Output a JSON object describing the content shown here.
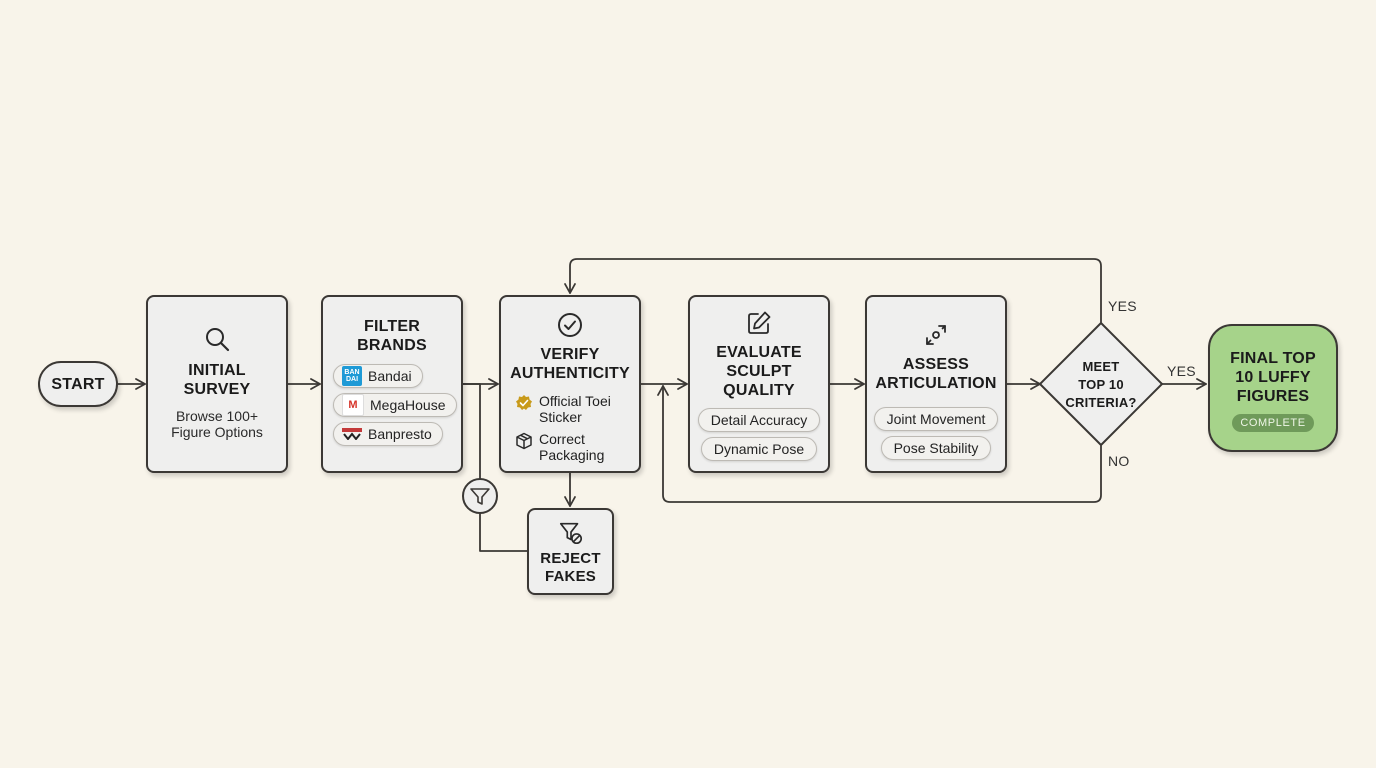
{
  "nodes": {
    "start": {
      "label": "START"
    },
    "survey": {
      "title": "INITIAL\nSURVEY",
      "subtitle": "Browse 100+\nFigure Options",
      "icon": "search-icon"
    },
    "brands": {
      "title": "FILTER\nBRANDS",
      "items": [
        {
          "label": "Bandai",
          "logo_text": "BAN\nDAI",
          "color": "#1e9ad6"
        },
        {
          "label": "MegaHouse",
          "logo_text": "M",
          "color": "#d6342a"
        },
        {
          "label": "Banpresto",
          "logo_text": "",
          "color": "#c33a3a"
        }
      ]
    },
    "verify": {
      "title": "VERIFY\nAUTHENTICITY",
      "icon": "check-circle-icon",
      "items": [
        {
          "label": "Official Toei\nSticker",
          "icon": "gold-badge-icon",
          "color": "#c89a1a"
        },
        {
          "label": "Correct\nPackaging",
          "icon": "box-icon"
        }
      ]
    },
    "reject": {
      "title": "REJECT\nFAKES",
      "icon": "filter-slash-icon"
    },
    "sculpt": {
      "title": "EVALUATE\nSCULPT\nQUALITY",
      "icon": "edit-icon",
      "items": [
        "Detail Accuracy",
        "Dynamic Pose"
      ]
    },
    "articulation": {
      "title": "ASSESS\nARTICULATION",
      "icon": "resize-arrows-icon",
      "items": [
        "Joint Movement",
        "Pose Stability"
      ]
    },
    "decision": {
      "title": "MEET\nTOP 10\nCRITERIA?"
    },
    "final": {
      "title": "FINAL TOP\n10 LUFFY\nFIGURES",
      "badge": "COMPLETE",
      "color": "#a6d38a"
    }
  },
  "edge_labels": {
    "yes_top": "YES",
    "yes_right": "YES",
    "no": "NO"
  },
  "colors": {
    "background": "#f8f4ea",
    "stroke": "#3b3835",
    "box": "#efefee",
    "final": "#a6d38a",
    "badge": "#6f9a5a"
  }
}
